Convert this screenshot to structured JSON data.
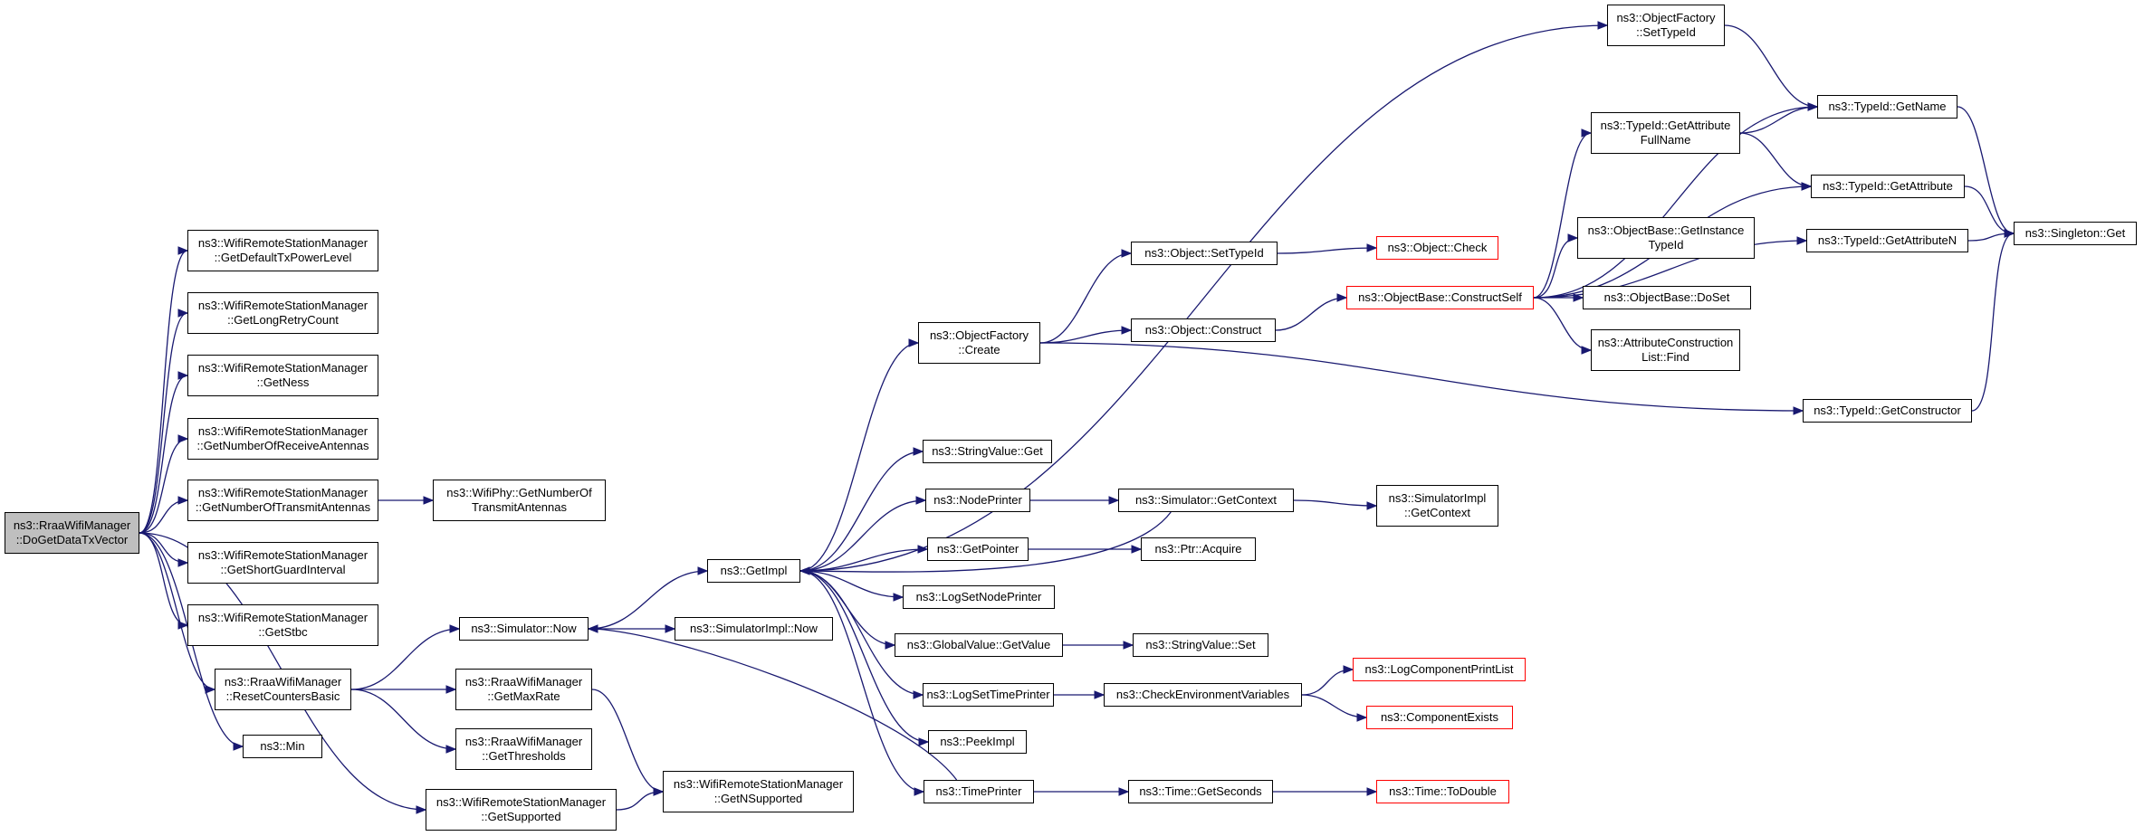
{
  "graph": {
    "nodes": [
      {
        "id": "root",
        "label": "ns3::RraaWifiManager\n::DoGetDataTxVector",
        "style": "root"
      },
      {
        "id": "getDefTx",
        "label": "ns3::WifiRemoteStationManager\n::GetDefaultTxPowerLevel",
        "style": "normal"
      },
      {
        "id": "getLongRetry",
        "label": "ns3::WifiRemoteStationManager\n::GetLongRetryCount",
        "style": "normal"
      },
      {
        "id": "getNess",
        "label": "ns3::WifiRemoteStationManager\n::GetNess",
        "style": "normal"
      },
      {
        "id": "getNumRx",
        "label": "ns3::WifiRemoteStationManager\n::GetNumberOfReceiveAntennas",
        "style": "normal"
      },
      {
        "id": "getNumTx",
        "label": "ns3::WifiRemoteStationManager\n::GetNumberOfTransmitAntennas",
        "style": "normal"
      },
      {
        "id": "phyNumTx",
        "label": "ns3::WifiPhy::GetNumberOf\nTransmitAntennas",
        "style": "normal"
      },
      {
        "id": "getSGI",
        "label": "ns3::WifiRemoteStationManager\n::GetShortGuardInterval",
        "style": "normal"
      },
      {
        "id": "getStbc",
        "label": "ns3::WifiRemoteStationManager\n::GetStbc",
        "style": "normal"
      },
      {
        "id": "resetCounters",
        "label": "ns3::RraaWifiManager\n::ResetCountersBasic",
        "style": "normal"
      },
      {
        "id": "min",
        "label": "ns3::Min",
        "style": "normal"
      },
      {
        "id": "getSupported",
        "label": "ns3::WifiRemoteStationManager\n::GetSupported",
        "style": "normal"
      },
      {
        "id": "simNow",
        "label": "ns3::Simulator::Now",
        "style": "normal"
      },
      {
        "id": "getMaxRate",
        "label": "ns3::RraaWifiManager\n::GetMaxRate",
        "style": "normal"
      },
      {
        "id": "getThresholds",
        "label": "ns3::RraaWifiManager\n::GetThresholds",
        "style": "normal"
      },
      {
        "id": "getNSupported",
        "label": "ns3::WifiRemoteStationManager\n::GetNSupported",
        "style": "normal"
      },
      {
        "id": "simImplNow",
        "label": "ns3::SimulatorImpl::Now",
        "style": "normal"
      },
      {
        "id": "getImpl",
        "label": "ns3::GetImpl",
        "style": "normal"
      },
      {
        "id": "ofCreate",
        "label": "ns3::ObjectFactory\n::Create",
        "style": "normal"
      },
      {
        "id": "strValGet",
        "label": "ns3::StringValue::Get",
        "style": "normal"
      },
      {
        "id": "nodePrinter",
        "label": "ns3::NodePrinter",
        "style": "normal"
      },
      {
        "id": "getPointer",
        "label": "ns3::GetPointer",
        "style": "normal"
      },
      {
        "id": "logSetNode",
        "label": "ns3::LogSetNodePrinter",
        "style": "normal"
      },
      {
        "id": "gvGetValue",
        "label": "ns3::GlobalValue::GetValue",
        "style": "normal"
      },
      {
        "id": "logSetTime",
        "label": "ns3::LogSetTimePrinter",
        "style": "normal"
      },
      {
        "id": "peekImpl",
        "label": "ns3::PeekImpl",
        "style": "normal"
      },
      {
        "id": "timePrinter",
        "label": "ns3::TimePrinter",
        "style": "normal"
      },
      {
        "id": "objSetTypeId",
        "label": "ns3::Object::SetTypeId",
        "style": "normal"
      },
      {
        "id": "objConstruct",
        "label": "ns3::Object::Construct",
        "style": "normal"
      },
      {
        "id": "simGetContext",
        "label": "ns3::Simulator::GetContext",
        "style": "normal"
      },
      {
        "id": "ptrAcquire",
        "label": "ns3::Ptr::Acquire",
        "style": "normal"
      },
      {
        "id": "strValSet",
        "label": "ns3::StringValue::Set",
        "style": "normal"
      },
      {
        "id": "checkEnv",
        "label": "ns3::CheckEnvironmentVariables",
        "style": "normal"
      },
      {
        "id": "timeGetSeconds",
        "label": "ns3::Time::GetSeconds",
        "style": "normal"
      },
      {
        "id": "objCheck",
        "label": "ns3::Object::Check",
        "style": "red"
      },
      {
        "id": "obConstructSelf",
        "label": "ns3::ObjectBase::ConstructSelf",
        "style": "red"
      },
      {
        "id": "simImplGetContext",
        "label": "ns3::SimulatorImpl\n::GetContext",
        "style": "normal"
      },
      {
        "id": "logCompPrint",
        "label": "ns3::LogComponentPrintList",
        "style": "red"
      },
      {
        "id": "compExists",
        "label": "ns3::ComponentExists",
        "style": "red"
      },
      {
        "id": "timeToDouble",
        "label": "ns3::Time::ToDouble",
        "style": "red"
      },
      {
        "id": "ofSetTypeId",
        "label": "ns3::ObjectFactory\n::SetTypeId",
        "style": "normal"
      },
      {
        "id": "tidGetAttrFull",
        "label": "ns3::TypeId::GetAttribute\nFullName",
        "style": "normal"
      },
      {
        "id": "obGetInstTid",
        "label": "ns3::ObjectBase::GetInstance\nTypeId",
        "style": "normal"
      },
      {
        "id": "obDoSet",
        "label": "ns3::ObjectBase::DoSet",
        "style": "normal"
      },
      {
        "id": "acFind",
        "label": "ns3::AttributeConstruction\nList::Find",
        "style": "normal"
      },
      {
        "id": "tidGetName",
        "label": "ns3::TypeId::GetName",
        "style": "normal"
      },
      {
        "id": "tidGetAttr",
        "label": "ns3::TypeId::GetAttribute",
        "style": "normal"
      },
      {
        "id": "tidGetAttrN",
        "label": "ns3::TypeId::GetAttributeN",
        "style": "normal"
      },
      {
        "id": "tidGetCtor",
        "label": "ns3::TypeId::GetConstructor",
        "style": "normal"
      },
      {
        "id": "singletonGet",
        "label": "ns3::Singleton::Get",
        "style": "normal"
      }
    ],
    "edges": [
      [
        "root",
        "getDefTx"
      ],
      [
        "root",
        "getLongRetry"
      ],
      [
        "root",
        "getNess"
      ],
      [
        "root",
        "getNumRx"
      ],
      [
        "root",
        "getNumTx"
      ],
      [
        "root",
        "getSGI"
      ],
      [
        "root",
        "getStbc"
      ],
      [
        "root",
        "resetCounters"
      ],
      [
        "root",
        "min"
      ],
      [
        "root",
        "getSupported"
      ],
      [
        "getNumTx",
        "phyNumTx"
      ],
      [
        "resetCounters",
        "simNow"
      ],
      [
        "resetCounters",
        "getMaxRate"
      ],
      [
        "resetCounters",
        "getThresholds"
      ],
      [
        "getSupported",
        "getNSupported"
      ],
      [
        "getMaxRate",
        "getNSupported"
      ],
      [
        "simNow",
        "getImpl"
      ],
      [
        "simNow",
        "simImplNow"
      ],
      [
        "getImpl",
        "ofCreate"
      ],
      [
        "getImpl",
        "strValGet"
      ],
      [
        "getImpl",
        "nodePrinter"
      ],
      [
        "getImpl",
        "getPointer"
      ],
      [
        "getImpl",
        "logSetNode"
      ],
      [
        "getImpl",
        "gvGetValue"
      ],
      [
        "getImpl",
        "logSetTime"
      ],
      [
        "getImpl",
        "peekImpl"
      ],
      [
        "getImpl",
        "timePrinter"
      ],
      [
        "getImpl",
        "ofSetTypeId"
      ],
      [
        "timePrinter",
        "simNow"
      ],
      [
        "simGetContext",
        "getImpl"
      ],
      [
        "ofCreate",
        "objSetTypeId"
      ],
      [
        "ofCreate",
        "objConstruct"
      ],
      [
        "ofCreate",
        "tidGetCtor"
      ],
      [
        "nodePrinter",
        "simGetContext"
      ],
      [
        "getPointer",
        "ptrAcquire"
      ],
      [
        "gvGetValue",
        "strValSet"
      ],
      [
        "logSetTime",
        "checkEnv"
      ],
      [
        "timePrinter",
        "timeGetSeconds"
      ],
      [
        "objSetTypeId",
        "objCheck"
      ],
      [
        "objConstruct",
        "obConstructSelf"
      ],
      [
        "simGetContext",
        "simImplGetContext"
      ],
      [
        "checkEnv",
        "logCompPrint"
      ],
      [
        "checkEnv",
        "compExists"
      ],
      [
        "timeGetSeconds",
        "timeToDouble"
      ],
      [
        "obConstructSelf",
        "tidGetAttrFull"
      ],
      [
        "obConstructSelf",
        "obGetInstTid"
      ],
      [
        "obConstructSelf",
        "obDoSet"
      ],
      [
        "obConstructSelf",
        "acFind"
      ],
      [
        "obConstructSelf",
        "tidGetName"
      ],
      [
        "obConstructSelf",
        "tidGetAttr"
      ],
      [
        "obConstructSelf",
        "tidGetAttrN"
      ],
      [
        "ofSetTypeId",
        "tidGetName"
      ],
      [
        "tidGetAttrFull",
        "tidGetName"
      ],
      [
        "tidGetAttrFull",
        "tidGetAttr"
      ],
      [
        "tidGetName",
        "singletonGet"
      ],
      [
        "tidGetAttr",
        "singletonGet"
      ],
      [
        "tidGetAttrN",
        "singletonGet"
      ],
      [
        "tidGetCtor",
        "singletonGet"
      ]
    ]
  }
}
